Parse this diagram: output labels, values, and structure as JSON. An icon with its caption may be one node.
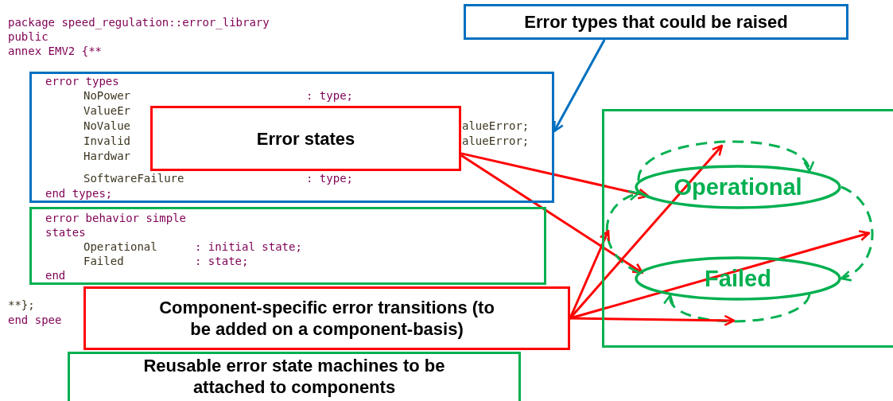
{
  "diagram": {
    "nodes": [
      {
        "text": [
          "Error types that could be raised"
        ]
      },
      {
        "text": [
          "error types",
          "NoPower",
          ": type;",
          "ValueEr",
          "NoValue",
          "alueError;",
          "Invalid",
          "alueError;",
          "Hardwar",
          "SoftwareFailure",
          ": type;",
          "end types;"
        ]
      },
      {
        "text": [
          "Error states"
        ],
        "in": 1
      },
      {
        "text": [
          "error behavior simple",
          "states",
          "Operational",
          ": initial state;",
          "Failed",
          ": state;",
          "end"
        ]
      },
      {
        "text": [
          "Component-specific error transitions (to be added on a component-basis)"
        ]
      },
      {
        "text": [
          "Reusable error state machines to be attached to components"
        ]
      },
      {
        "text": [],
        "shape": "box"
      },
      {
        "text": [
          "Operational"
        ],
        "in": 6
      },
      {
        "text": [
          "Failed"
        ],
        "in": 6
      }
    ],
    "edges": [
      {
        "from": 0,
        "to": 1,
        "arrow": "to",
        "color": "#0070c0"
      },
      {
        "from": 2,
        "to": 7,
        "arrow": "to"
      },
      {
        "from": 2,
        "to": 8,
        "arrow": "to"
      },
      {
        "from": 7,
        "to": 7,
        "arrow": "to",
        "style": "dashed",
        "color": "#00b050"
      },
      {
        "from": 7,
        "to": 8,
        "arrow": "to",
        "style": "dashed",
        "color": "#00b050"
      },
      {
        "from": 8,
        "to": 8,
        "arrow": "to",
        "style": "dashed",
        "color": "#00b050"
      },
      {
        "from": 8,
        "to": 7,
        "arrow": "to",
        "style": "dashed",
        "color": "#00b050"
      },
      {
        "from": 4,
        "to": 7,
        "arrow": "to"
      },
      {
        "from": 4,
        "to": 6,
        "arrow": "to"
      },
      {
        "from": 4,
        "to": null,
        "arrow": "to"
      },
      {
        "from": 4,
        "to": 8,
        "arrow": "to"
      }
    ],
    "labels": [
      "package speed_regulation::error_library",
      "public",
      "annex EMV2 {**",
      "**};",
      "end spee"
    ]
  }
}
